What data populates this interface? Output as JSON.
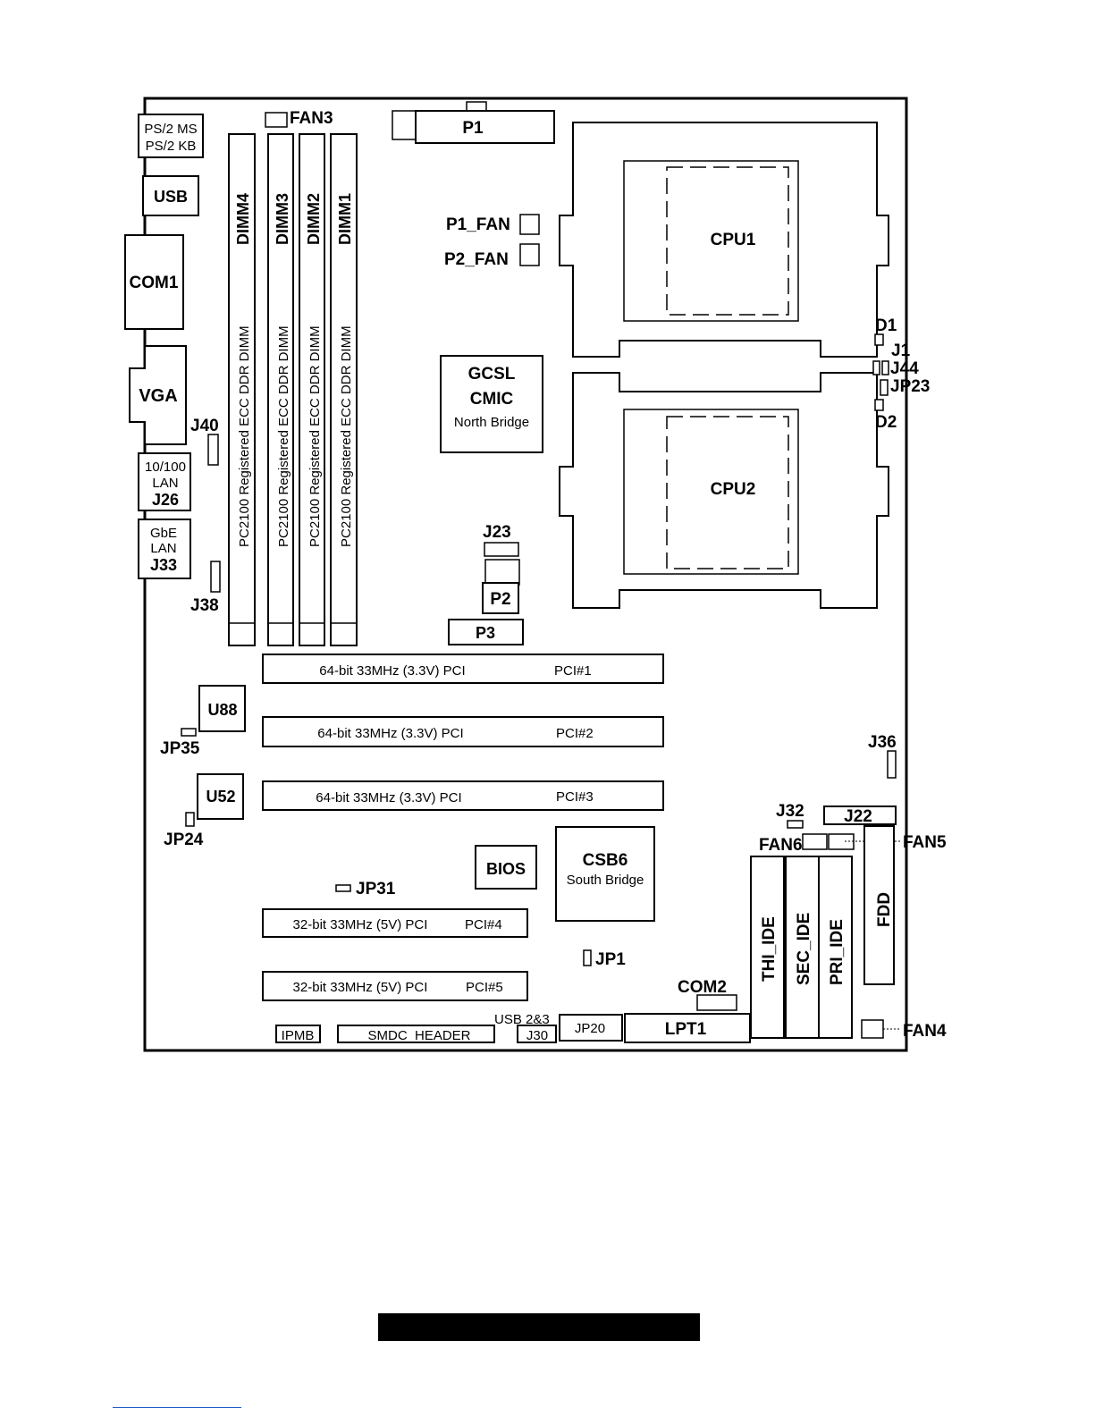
{
  "board": {
    "rear_io": {
      "ps2": [
        "PS/2 MS",
        "PS/2 KB"
      ],
      "usb": "USB",
      "com1": "COM1",
      "vga": "VGA",
      "lan_100": [
        "10/100",
        "LAN",
        "J26"
      ],
      "lan_gbe": [
        "GbE",
        "LAN",
        "J33"
      ]
    },
    "dimms": [
      {
        "name": "DIMM4",
        "type": "PC2100 Registered ECC DDR DIMM"
      },
      {
        "name": "DIMM3",
        "type": "PC2100 Registered ECC DDR DIMM"
      },
      {
        "name": "DIMM2",
        "type": "PC2100 Registered ECC DDR DIMM"
      },
      {
        "name": "DIMM1",
        "type": "PC2100 Registered ECC DDR DIMM"
      }
    ],
    "power": {
      "p1": "P1",
      "p2": "P2",
      "p3": "P3"
    },
    "fans": {
      "fan3": "FAN3",
      "p1_fan": "P1_FAN",
      "p2_fan": "P2_FAN",
      "fan4": "FAN4",
      "fan5": "FAN5",
      "fan6": "FAN6"
    },
    "cpus": [
      "CPU1",
      "CPU2"
    ],
    "north_bridge": [
      "GCSL",
      "CMIC",
      "North Bridge"
    ],
    "south_bridge": [
      "CSB6",
      "South Bridge"
    ],
    "bios": "BIOS",
    "pci_slots": [
      {
        "desc": "64-bit 33MHz (3.3V) PCI",
        "id": "PCI#1"
      },
      {
        "desc": "64-bit 33MHz (3.3V) PCI",
        "id": "PCI#2"
      },
      {
        "desc": "64-bit 33MHz (3.3V) PCI",
        "id": "PCI#3"
      },
      {
        "desc": "32-bit 33MHz (5V) PCI",
        "id": "PCI#4"
      },
      {
        "desc": "32-bit 33MHz (5V) PCI",
        "id": "PCI#5"
      }
    ],
    "chips": {
      "u88": "U88",
      "u52": "U52"
    },
    "jumpers": {
      "d1": "D1",
      "j1": "J1",
      "j44": "J44",
      "jp23": "JP23",
      "d2": "D2",
      "j40": "J40",
      "j38": "J38",
      "j23": "J23",
      "jp35": "JP35",
      "jp24": "JP24",
      "jp31": "JP31",
      "jp1": "JP1",
      "j36": "J36",
      "j32": "J32",
      "j22": "J22"
    },
    "drives": {
      "thi_ide": "THI_IDE",
      "sec_ide": "SEC_IDE",
      "pri_ide": "PRI_IDE",
      "fdd": "FDD"
    },
    "bottom": {
      "ipmb": "IPMB",
      "smdc": "SMDC  HEADER",
      "usb23": "USB 2&3",
      "j30": "J30",
      "jp20": "JP20",
      "lpt1": "LPT1",
      "com2": "COM2"
    }
  }
}
